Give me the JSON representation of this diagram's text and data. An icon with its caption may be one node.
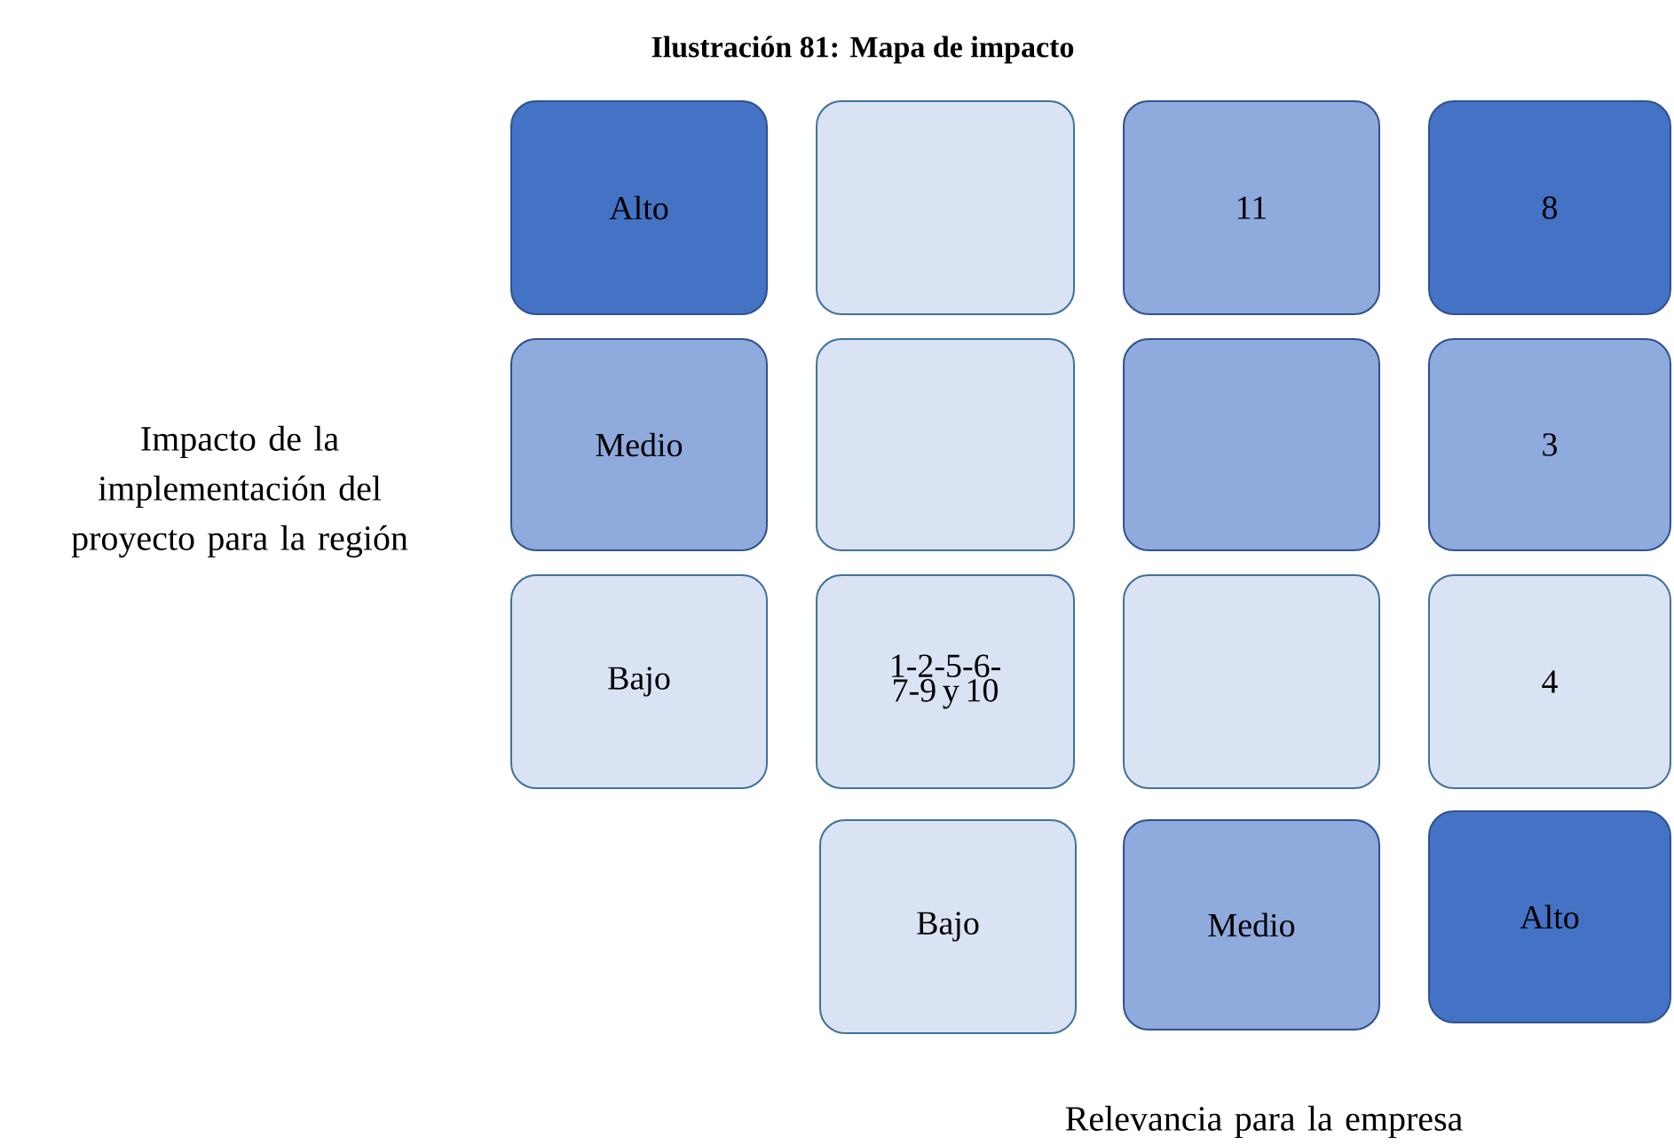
{
  "diagram": {
    "title": "Ilustración 81: Mapa de impacto",
    "nodes": [
      {
        "text": [
          "Alto"
        ]
      },
      {
        "text": [],
        "shape": "box"
      },
      {
        "text": [
          "11"
        ]
      },
      {
        "text": [
          "8"
        ]
      },
      {
        "text": [
          "Medio"
        ]
      },
      {
        "text": [],
        "shape": "box"
      },
      {
        "text": [],
        "shape": "box"
      },
      {
        "text": [
          "3"
        ]
      },
      {
        "text": [
          "Bajo"
        ]
      },
      {
        "text": [
          "1-2-5-6-7-9 y 10"
        ]
      },
      {
        "text": [],
        "shape": "box"
      },
      {
        "text": [
          "4"
        ]
      },
      {
        "text": [
          "Bajo"
        ]
      },
      {
        "text": [
          "Medio"
        ]
      },
      {
        "text": [
          "Alto"
        ]
      }
    ],
    "labels": [
      "Impacto de la implementación del proyecto para la región",
      "Relevancia para la empresa"
    ]
  }
}
